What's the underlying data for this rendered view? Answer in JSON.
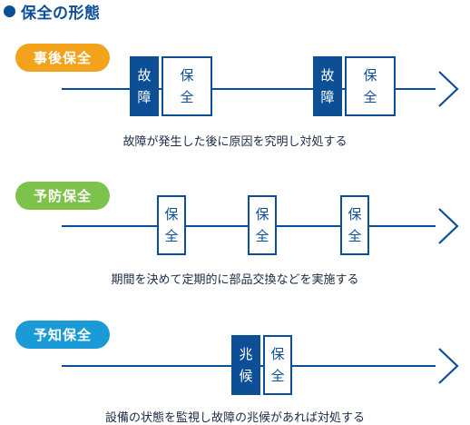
{
  "title": "保全の形態",
  "colors": {
    "navy": "#0d4f96",
    "orange": "#f2a31b",
    "green": "#7dc24a",
    "blue": "#1a9ad6"
  },
  "rows": [
    {
      "label": "事後保全",
      "pill_color": "#f2a31b",
      "boxes": [
        {
          "text": [
            "故",
            "障"
          ],
          "style": "filled"
        },
        {
          "text": [
            "保",
            "全"
          ],
          "style": "outline"
        },
        {
          "text": [
            "故",
            "障"
          ],
          "style": "filled"
        },
        {
          "text": [
            "保",
            "全"
          ],
          "style": "outline"
        }
      ],
      "caption": "故障が発生した後に原因を究明し対処する"
    },
    {
      "label": "予防保全",
      "pill_color": "#7dc24a",
      "boxes": [
        {
          "text": [
            "保",
            "全"
          ],
          "style": "outline"
        },
        {
          "text": [
            "保",
            "全"
          ],
          "style": "outline"
        },
        {
          "text": [
            "保",
            "全"
          ],
          "style": "outline"
        }
      ],
      "caption": "期間を決めて定期的に部品交換などを実施する"
    },
    {
      "label": "予知保全",
      "pill_color": "#1a9ad6",
      "boxes": [
        {
          "text": [
            "兆",
            "候"
          ],
          "style": "filled"
        },
        {
          "text": [
            "保",
            "全"
          ],
          "style": "outline"
        }
      ],
      "caption": "設備の状態を監視し故障の兆候があれば対処する"
    }
  ]
}
